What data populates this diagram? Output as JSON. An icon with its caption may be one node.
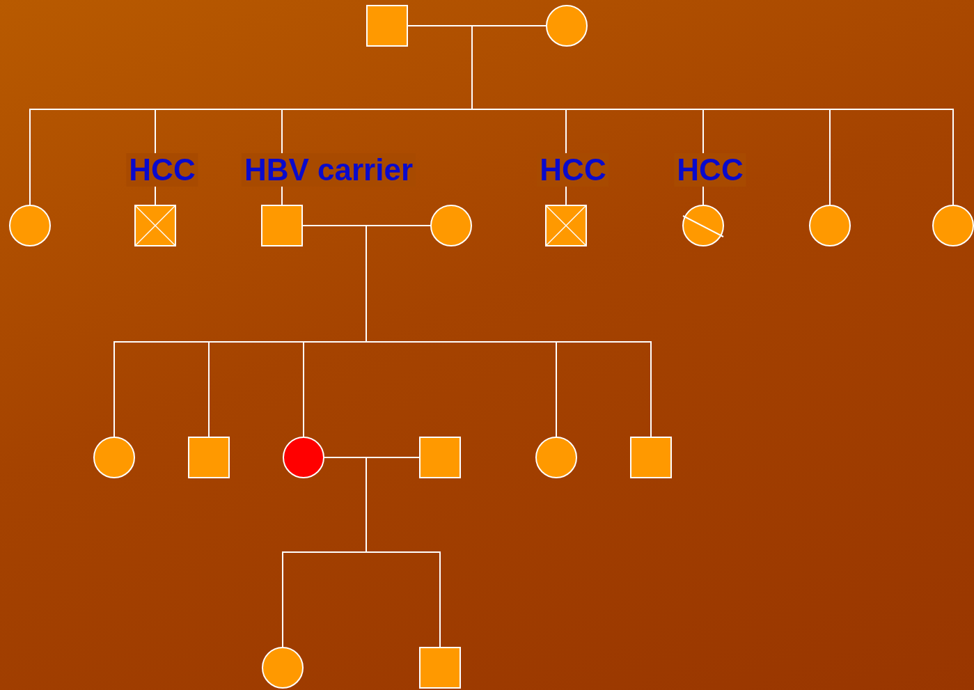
{
  "diagram": {
    "nodes": [
      {
        "text": [],
        "shape": "box"
      },
      {
        "text": [],
        "shape": "circle"
      },
      {
        "text": [],
        "shape": "circle"
      },
      {
        "text": [],
        "shape": "box",
        "beside": [
          "HCC"
        ]
      },
      {
        "text": [],
        "shape": "box",
        "beside": [
          "HBV carrier"
        ]
      },
      {
        "text": [],
        "shape": "circle"
      },
      {
        "text": [],
        "shape": "box",
        "beside": [
          "HCC"
        ]
      },
      {
        "text": [],
        "shape": "circle",
        "beside": [
          "HCC"
        ]
      },
      {
        "text": [],
        "shape": "circle"
      },
      {
        "text": [],
        "shape": "circle"
      },
      {
        "text": [],
        "shape": "circle"
      },
      {
        "text": [],
        "shape": "box"
      },
      {
        "text": [],
        "shape": "circle"
      },
      {
        "text": [],
        "shape": "box"
      },
      {
        "text": [],
        "shape": "circle"
      },
      {
        "text": [],
        "shape": "box"
      },
      {
        "text": [],
        "shape": "circle"
      },
      {
        "text": [],
        "shape": "box"
      }
    ],
    "edges": [
      {
        "from": 0,
        "to": 1,
        "arrow": "none"
      },
      {
        "from": 0,
        "to": 2,
        "arrow": "none"
      },
      {
        "from": 0,
        "to": 3,
        "arrow": "none"
      },
      {
        "from": 0,
        "to": 4,
        "arrow": "none"
      },
      {
        "from": 0,
        "to": 6,
        "arrow": "none"
      },
      {
        "from": 0,
        "to": 7,
        "arrow": "none"
      },
      {
        "from": 0,
        "to": 8,
        "arrow": "none"
      },
      {
        "from": 0,
        "to": 9,
        "arrow": "none"
      },
      {
        "from": 4,
        "to": 5,
        "arrow": "none"
      },
      {
        "from": 4,
        "to": 10,
        "arrow": "none"
      },
      {
        "from": 4,
        "to": 11,
        "arrow": "none"
      },
      {
        "from": 4,
        "to": 12,
        "arrow": "none"
      },
      {
        "from": 4,
        "to": 14,
        "arrow": "none"
      },
      {
        "from": 4,
        "to": 15,
        "arrow": "none"
      },
      {
        "from": 12,
        "to": 13,
        "arrow": "none"
      },
      {
        "from": 12,
        "to": 16,
        "arrow": "none"
      },
      {
        "from": 12,
        "to": 17,
        "arrow": "none"
      }
    ]
  }
}
